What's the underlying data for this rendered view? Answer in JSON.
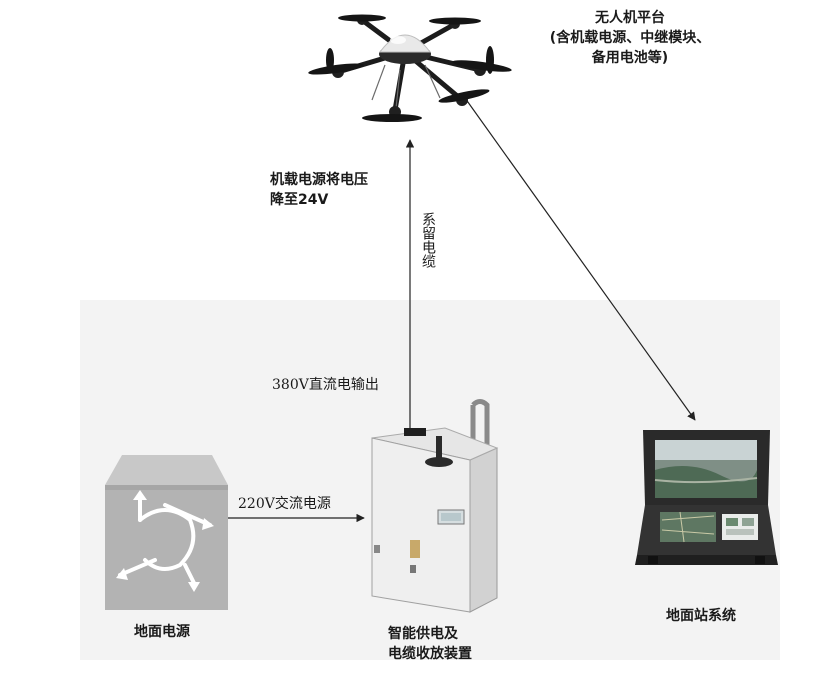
{
  "diagram": {
    "labels": {
      "uav_platform_line1": "无人机平台",
      "uav_platform_line2": "(含机载电源、中继模块、",
      "uav_platform_line3": "备用电池等)",
      "onboard_power_line1": "机载电源将电压",
      "onboard_power_line2": "降至24V",
      "tether_cable": "系留电缆",
      "dc_output": "380V直流电输出",
      "ac_power": "220V交流电源",
      "ground_power": "地面电源",
      "device_line1": "智能供电及",
      "device_line2": "电缆收放装置",
      "ground_station": "地面站系统"
    },
    "icons": [
      "drone-image",
      "ground-power-box-image",
      "cable-reel-device-image",
      "laptop-ground-station-image",
      "arrow-icon"
    ],
    "colors": {
      "line": "#222222",
      "ground_power_box": "#b9b9b9",
      "device_body": "#eeeeee",
      "laptop_body": "#2a2a2a",
      "background_band": "#f2f2f2"
    }
  }
}
